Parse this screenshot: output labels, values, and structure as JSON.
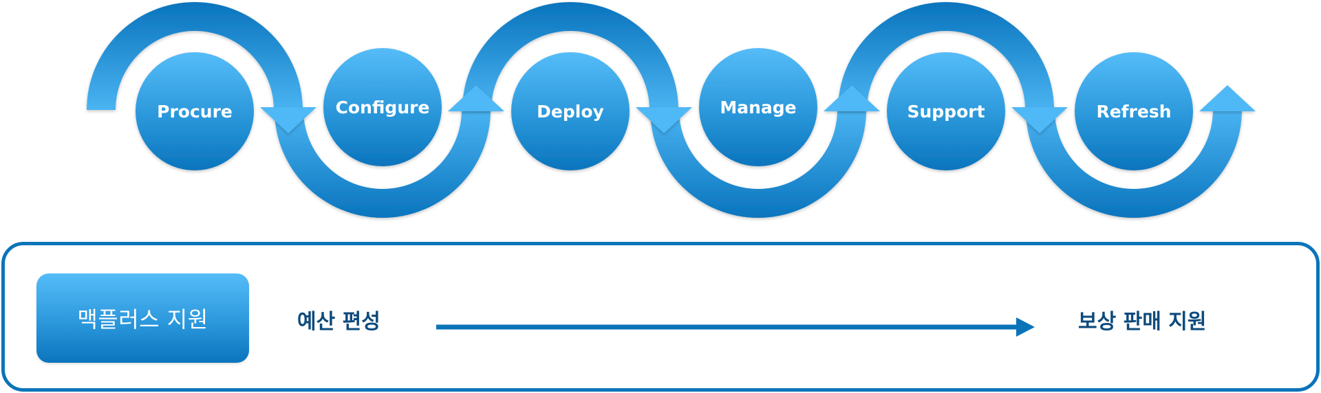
{
  "diagram": {
    "title": "Device lifecycle",
    "steps": [
      {
        "label": "Procure"
      },
      {
        "label": "Configure"
      },
      {
        "label": "Deploy"
      },
      {
        "label": "Manage"
      },
      {
        "label": "Support"
      },
      {
        "label": "Refresh"
      }
    ],
    "colors": {
      "light": "#55bcf8",
      "mid": "#2c98dc",
      "dark": "#0a74bd",
      "panel_border": "#0b74b9",
      "text_dark": "#0d4a7c"
    }
  },
  "panel": {
    "program_label": "맥플러스 지원",
    "start_label": "예산 편성",
    "end_label": "보상 판매 지원",
    "arrow_icon": "arrow-right-icon"
  }
}
